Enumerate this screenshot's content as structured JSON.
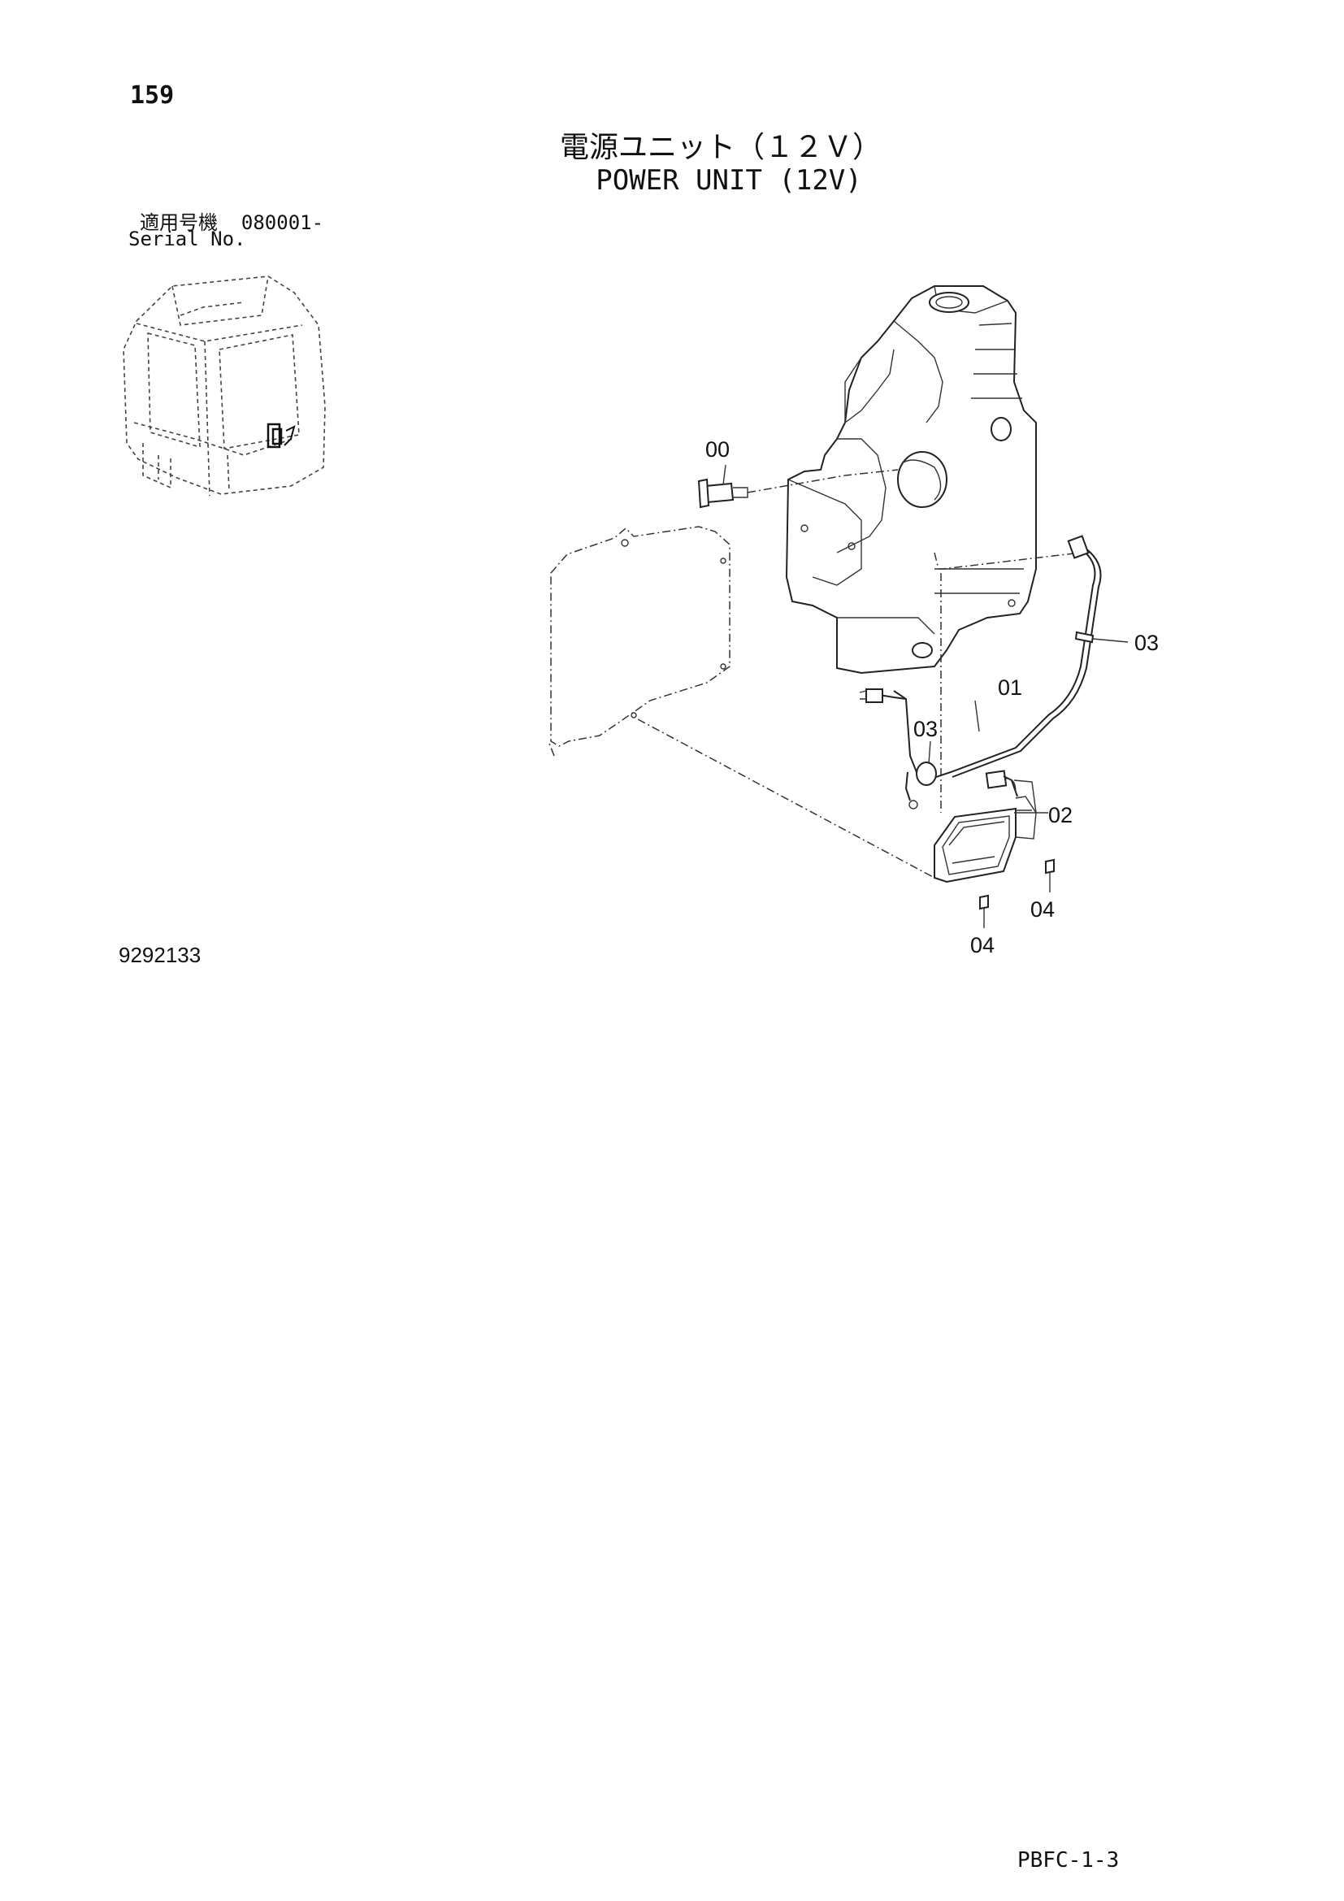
{
  "page_number": "159",
  "title_jp": "電源ユニット（１２Ｖ）",
  "title_en": "POWER UNIT (12V)",
  "serial_label_jp": "適用号機",
  "serial_value": "080001-",
  "serial_label_en": "Serial No.",
  "drawing_number": "9292133",
  "page_code": "PBFC-1-3",
  "callouts": [
    {
      "id": "00",
      "label": "00"
    },
    {
      "id": "01",
      "label": "01"
    },
    {
      "id": "02",
      "label": "02"
    },
    {
      "id": "03a",
      "label": "03"
    },
    {
      "id": "03b",
      "label": "03"
    },
    {
      "id": "04a",
      "label": "04"
    },
    {
      "id": "04b",
      "label": "04"
    }
  ]
}
